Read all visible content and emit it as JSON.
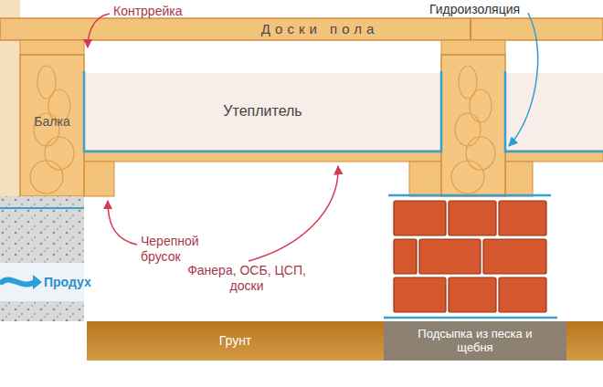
{
  "diagram": {
    "nodes": [
      {
        "text": [
          "Доски пола"
        ]
      },
      {
        "text": [
          "Балка"
        ]
      },
      {
        "text": [
          "Утеплитель"
        ]
      },
      {
        "text": [
          "Грунт"
        ]
      },
      {
        "text": [
          "Подсыпка из песка и щебня"
        ]
      }
    ],
    "labels": [
      "Контррейка",
      "Гидроизоляция",
      "Черепной брусок",
      "Фанера, ОСБ, ЦСП, доски",
      "Продух"
    ]
  }
}
